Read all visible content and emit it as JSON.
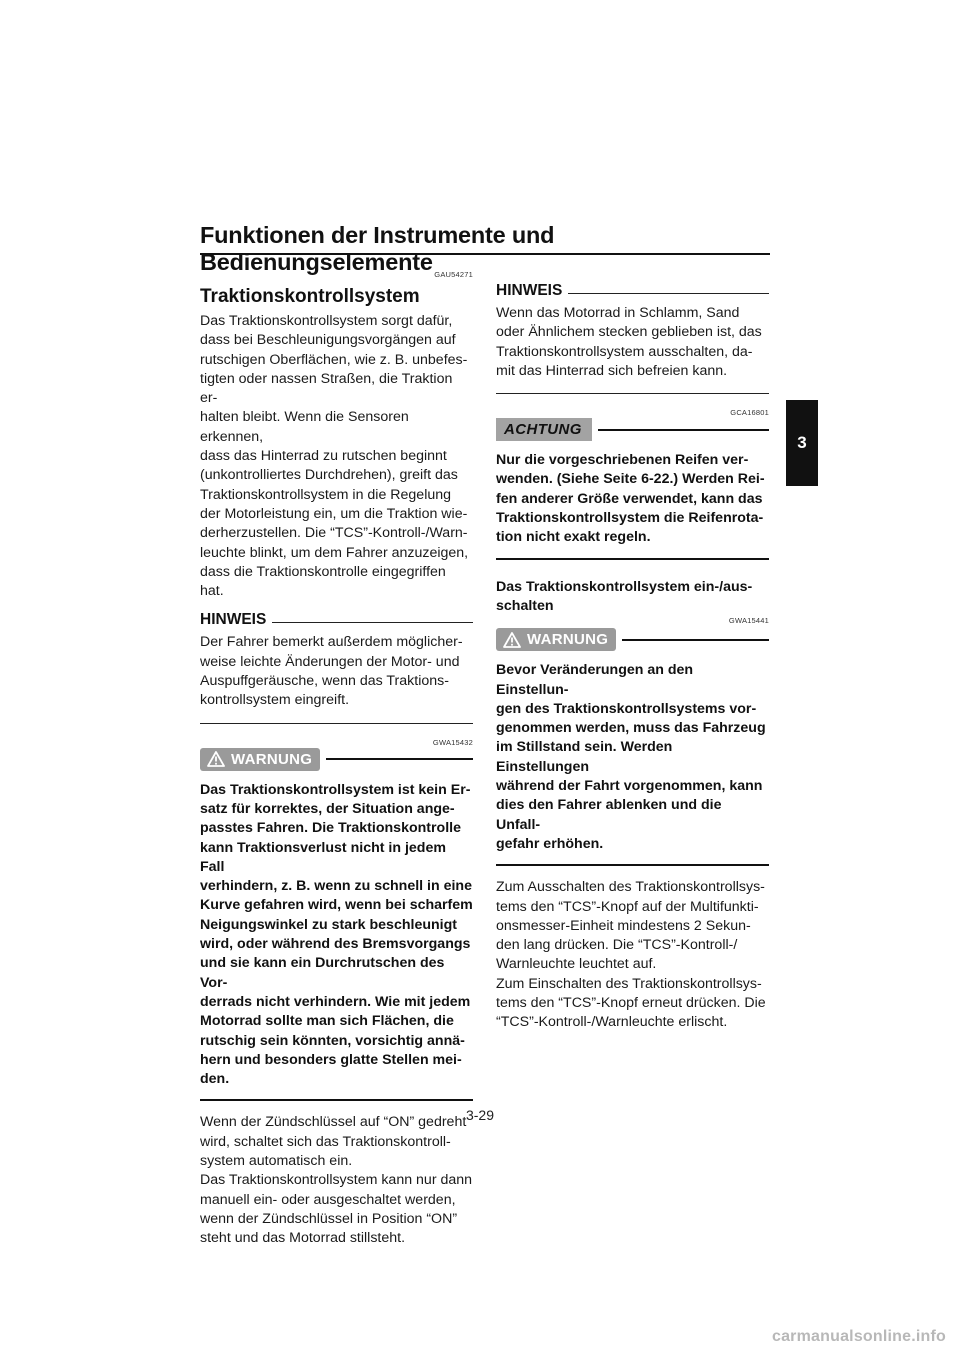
{
  "header": {
    "title": "Funktionen der Instrumente und Bedienungselemente",
    "chapter_tab": "3"
  },
  "left": {
    "code1": "GAU54271",
    "section_title": "Traktionskontrollsystem",
    "intro": [
      "Das Traktionskontrollsystem sorgt dafür,",
      "dass bei Beschleunigungsvorgängen auf",
      "rutschigen Oberflächen, wie z. B. unbefes-",
      "tigten oder nassen Straßen, die Traktion er-",
      "halten bleibt. Wenn die Sensoren erkennen,",
      "dass das Hinterrad zu rutschen beginnt",
      "(unkontrolliertes Durchdrehen), greift das",
      "Traktionskontrollsystem in die Regelung",
      "der Motorleistung ein, um die Traktion wie-",
      "derherzustellen. Die “TCS”-Kontroll-/Warn-",
      "leuchte blinkt, um dem Fahrer anzuzeigen,",
      "dass die Traktionskontrolle eingegriffen",
      "hat."
    ],
    "hinweis_label": "HINWEIS",
    "hinweis_text": [
      "Der Fahrer bemerkt außerdem möglicher-",
      "weise leichte Änderungen der Motor- und",
      "Auspuffgeräusche, wenn das Traktions-",
      "kontrollsystem eingreift."
    ],
    "code2": "GWA15432",
    "warnung_label": "WARNUNG",
    "warnung_text": [
      "Das Traktionskontrollsystem ist kein Er-",
      "satz für korrektes, der Situation ange-",
      "passtes Fahren. Die Traktionskontrolle",
      "kann Traktionsverlust nicht in jedem Fall",
      "verhindern, z. B. wenn zu schnell in eine",
      "Kurve gefahren wird, wenn bei scharfem",
      "Neigungswinkel zu stark beschleunigt",
      "wird, oder während des Bremsvorgangs",
      "und sie kann ein Durchrutschen des Vor-",
      "derrads nicht verhindern. Wie mit jedem",
      "Motorrad sollte man sich Flächen, die",
      "rutschig sein könnten, vorsichtig annä-",
      "hern und besonders glatte Stellen mei-",
      "den."
    ],
    "outro": [
      "Wenn der Zündschlüssel auf “ON” gedreht",
      "wird, schaltet sich das Traktionskontroll-",
      "system automatisch ein.",
      "Das Traktionskontrollsystem kann nur dann",
      "manuell ein- oder ausgeschaltet werden,",
      "wenn der Zündschlüssel in Position “ON”",
      "steht und das Motorrad stillsteht."
    ]
  },
  "right": {
    "hinweis_label": "HINWEIS",
    "hinweis_text": [
      "Wenn das Motorrad in Schlamm, Sand",
      "oder Ähnlichem stecken geblieben ist, das",
      "Traktionskontrollsystem ausschalten, da-",
      "mit das Hinterrad sich befreien kann."
    ],
    "code1": "GCA16801",
    "achtung_label": "ACHTUNG",
    "achtung_text": [
      "Nur die vorgeschriebenen Reifen ver-",
      "wenden. (Siehe Seite 6-22.) Werden Rei-",
      "fen anderer Größe verwendet, kann das",
      "Traktionskontrollsystem die Reifenrota-",
      "tion nicht exakt regeln."
    ],
    "sub_title": [
      "Das Traktionskontrollsystem ein-/aus-",
      "schalten"
    ],
    "code2": "GWA15441",
    "warnung_label": "WARNUNG",
    "warnung_text": [
      "Bevor Veränderungen an den Einstellun-",
      "gen des Traktionskontrollsystems vor-",
      "genommen werden, muss das Fahrzeug",
      "im Stillstand sein. Werden Einstellungen",
      "während der Fahrt vorgenommen, kann",
      "dies den Fahrer ablenken und die Unfall-",
      "gefahr erhöhen."
    ],
    "instructions": [
      "Zum Ausschalten des Traktionskontrollsys-",
      "tems den “TCS”-Knopf auf der Multifunkti-",
      "onsmesser-Einheit mindestens 2 Sekun-",
      "den lang drücken. Die “TCS”-Kontroll-/",
      "Warnleuchte leuchtet auf.",
      "Zum Einschalten des Traktionskontrollsys-",
      "tems den “TCS”-Knopf erneut drücken. Die",
      "“TCS”-Kontroll-/Warnleuchte erlischt."
    ]
  },
  "footer": {
    "page_number": "3-29",
    "watermark": "carmanualsonline.info"
  }
}
